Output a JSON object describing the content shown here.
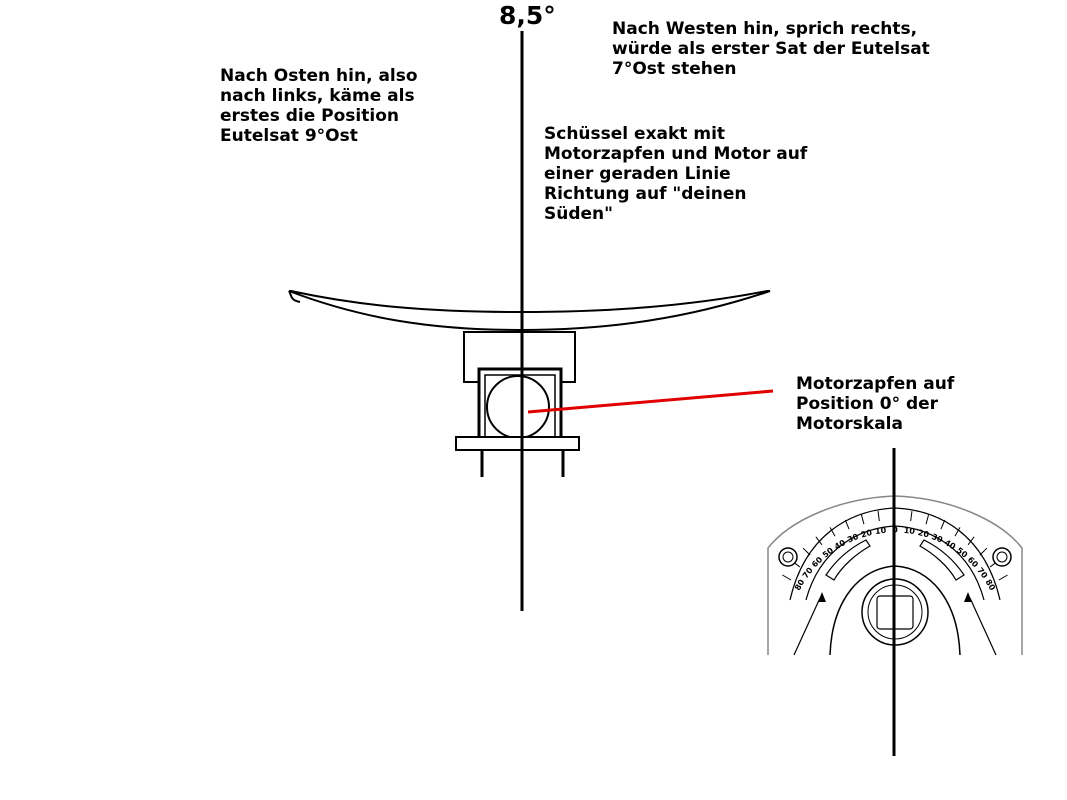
{
  "labels": {
    "angle": "8,5°",
    "west_note": "Nach Westen hin, sprich rechts,\nwürde als erster Sat der Eutelsat\n7°Ost stehen",
    "east_note": "Nach Osten hin, also\nnach links, käme als\nerstes die Position\nEutelsat 9°Ost",
    "alignment_note": "Schüssel exakt mit\nMotorzapfen und Motor auf\neiner geraden Linie\nRichtung auf \"deinen\nSüden\"",
    "pivot_note": "Motorzapfen auf\nPosition 0° der\nMotorskala"
  },
  "motor_scale": {
    "tick_labels": [
      "80",
      "70",
      "60",
      "50",
      "40",
      "30",
      "20",
      "10",
      "0",
      "10",
      "20",
      "30",
      "40",
      "50",
      "60",
      "70",
      "80"
    ],
    "zero_value": "0"
  },
  "colors": {
    "line": "#000000",
    "pointer": "#e00000",
    "background": "#ffffff"
  }
}
